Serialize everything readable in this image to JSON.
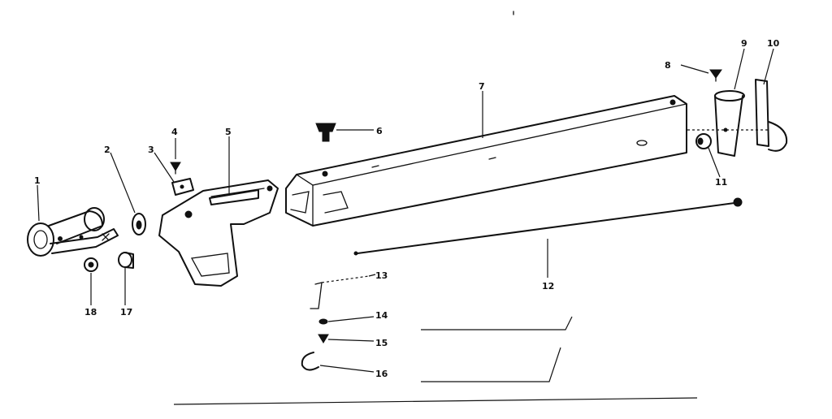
{
  "diagram": {
    "type": "exploded-parts-diagram",
    "callouts": [
      {
        "id": "c1",
        "text": "1"
      },
      {
        "id": "c2",
        "text": "2"
      },
      {
        "id": "c3",
        "text": "3"
      },
      {
        "id": "c4",
        "text": "4"
      },
      {
        "id": "c5",
        "text": "5"
      },
      {
        "id": "c6",
        "text": "6"
      },
      {
        "id": "c7",
        "text": "7"
      },
      {
        "id": "c8",
        "text": "8"
      },
      {
        "id": "c9",
        "text": "9"
      },
      {
        "id": "c10",
        "text": "10"
      },
      {
        "id": "c11",
        "text": "11"
      },
      {
        "id": "c12",
        "text": "12"
      },
      {
        "id": "c13",
        "text": "13"
      },
      {
        "id": "c14",
        "text": "14"
      },
      {
        "id": "c15",
        "text": "15"
      },
      {
        "id": "c16",
        "text": "16"
      },
      {
        "id": "c17",
        "text": "17"
      },
      {
        "id": "c18",
        "text": "18"
      }
    ],
    "colors": {
      "ink": "#111111",
      "paper": "#ffffff"
    }
  }
}
